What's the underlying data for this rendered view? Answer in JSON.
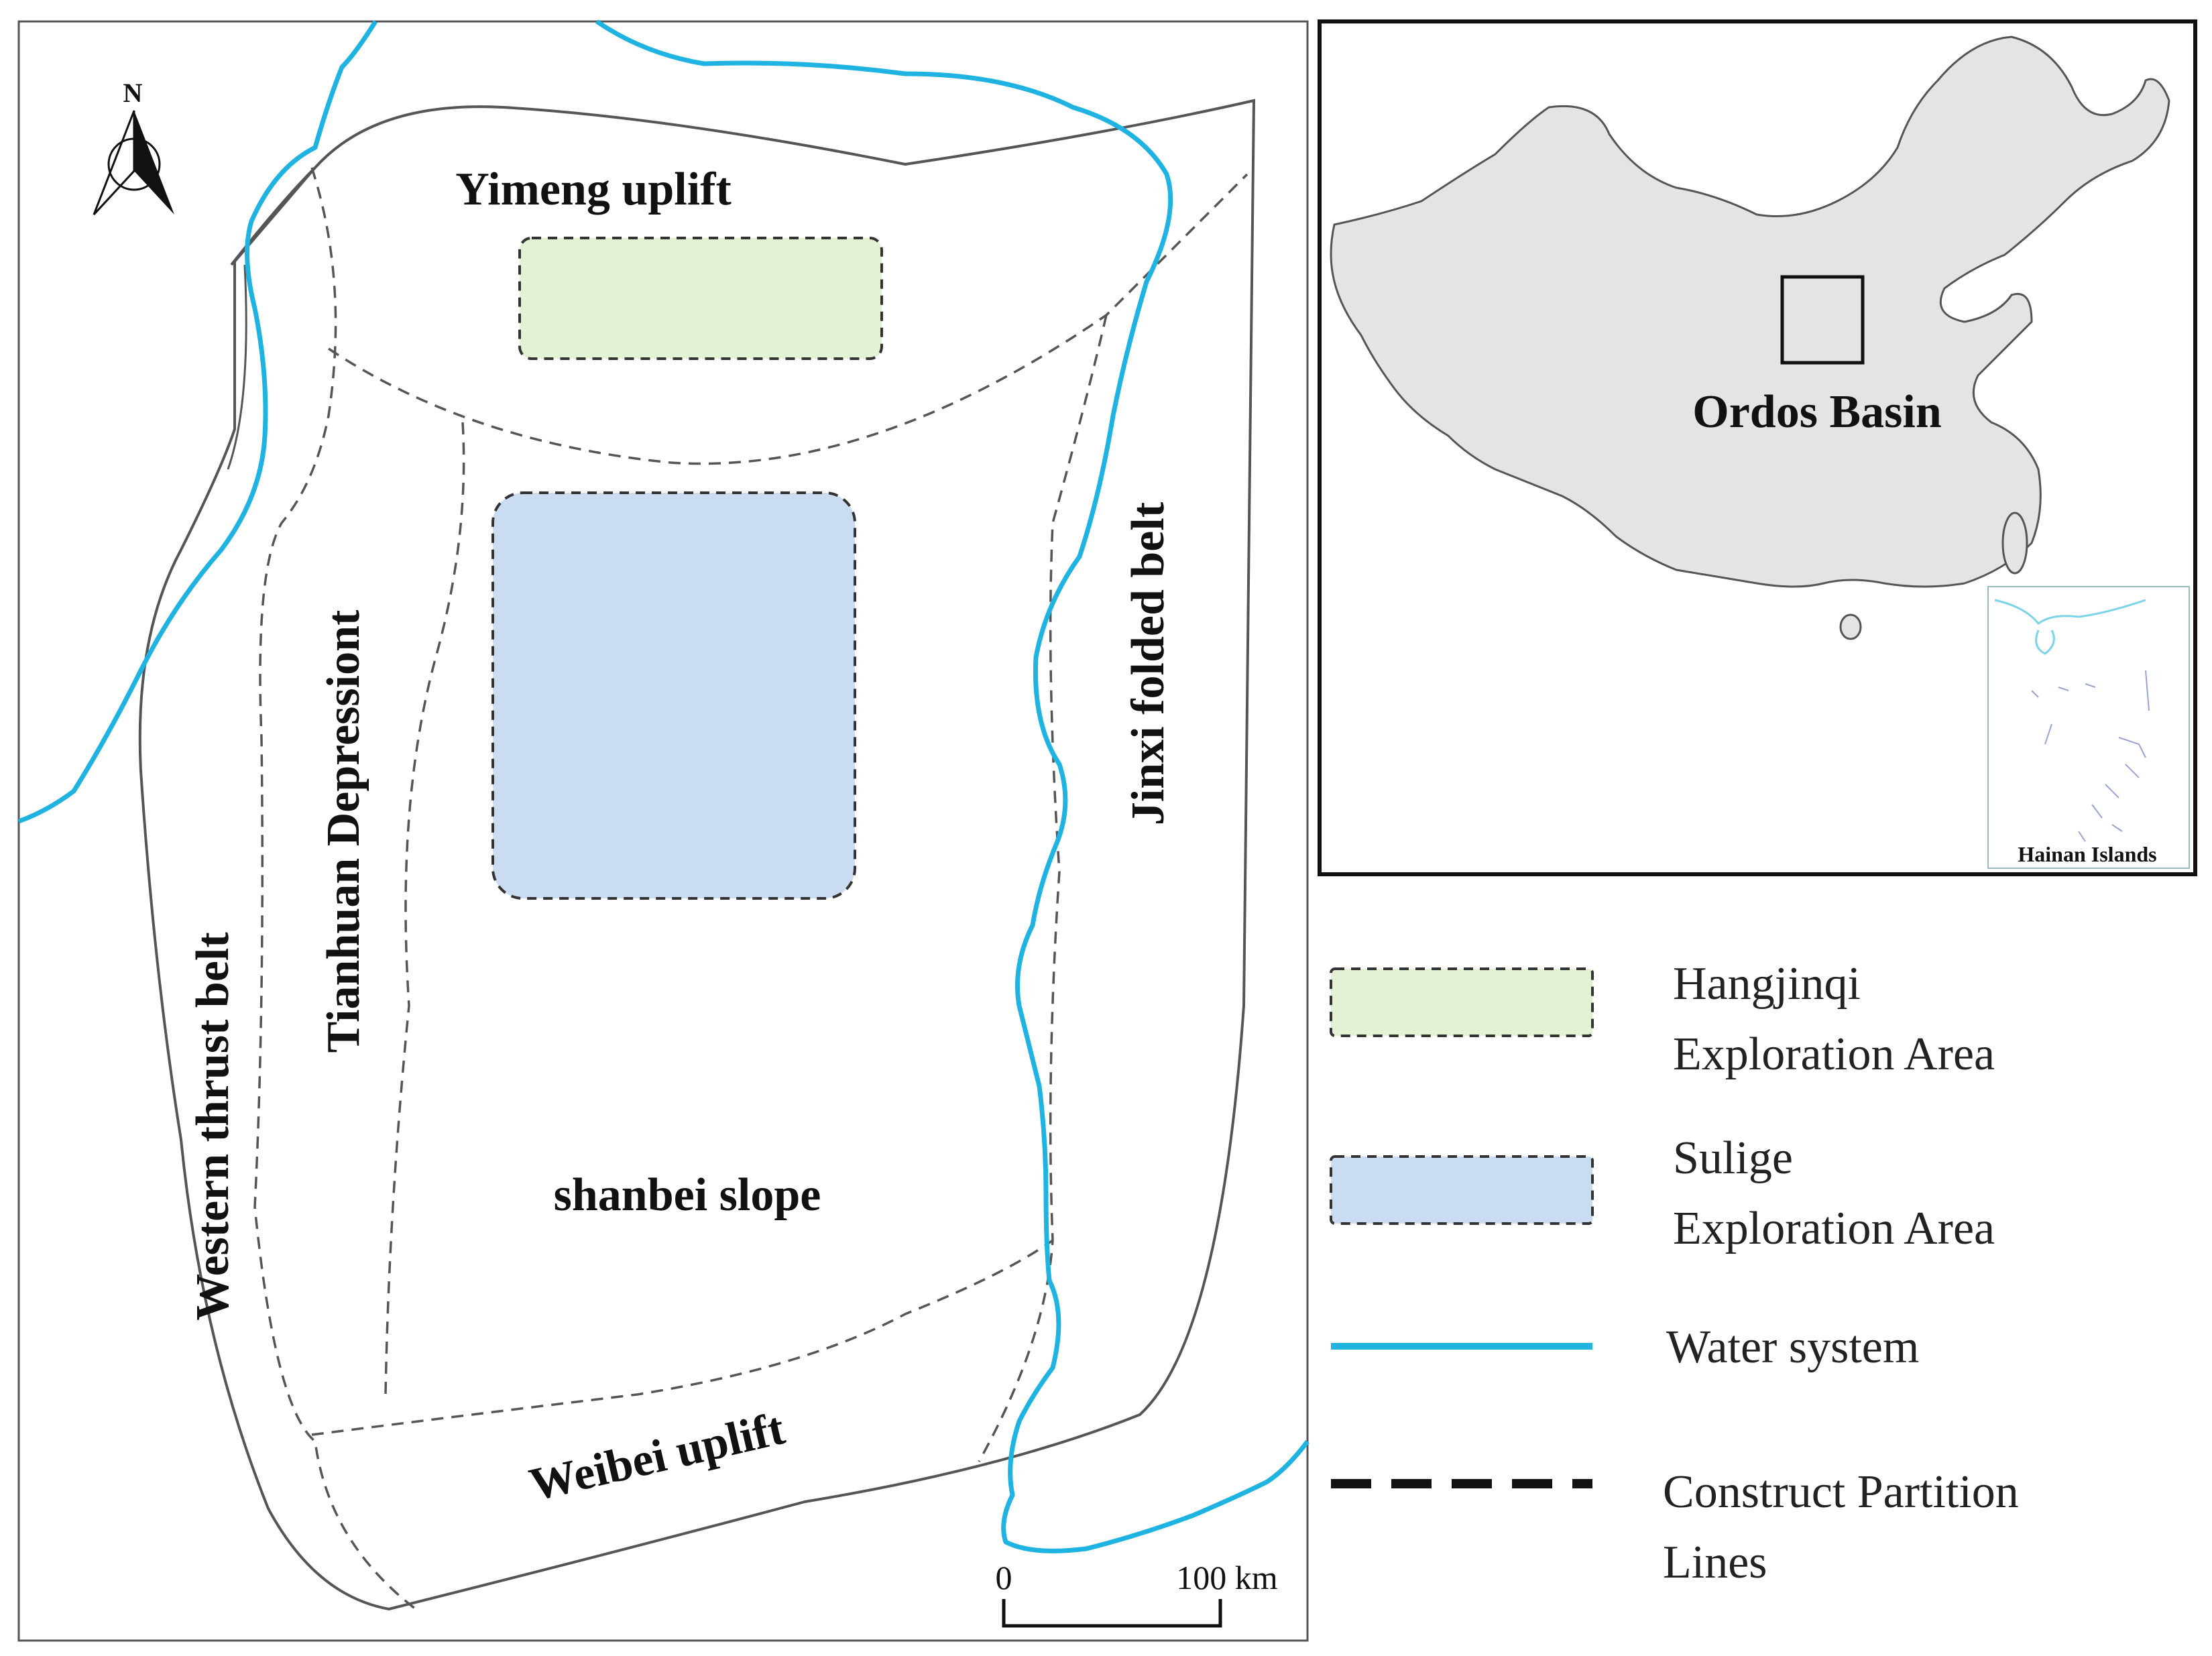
{
  "map": {
    "north_label": "N",
    "regions": {
      "yimeng": "Yimeng uplift",
      "tianhuan": "Tianhuan Depressiont",
      "western": "Western thrust belt",
      "jinxi": "Jinxi  folded  belt",
      "shanbei": "shanbei slope",
      "weibei": "Weibei uplift"
    },
    "scale": {
      "start": "0",
      "end": "100 km"
    }
  },
  "inset": {
    "basin_label": "Ordos Basin",
    "islands_label": "Hainan Islands"
  },
  "legend": {
    "items": [
      {
        "line1": "Hangjinqi",
        "line2": "Exploration Area"
      },
      {
        "line1": "Sulige",
        "line2": "Exploration Area"
      },
      {
        "line1": "Water system"
      },
      {
        "line1": "Construct Partition",
        "line2": "Lines"
      }
    ]
  },
  "colors": {
    "hangjinqi_fill": "#e3f1d4",
    "sulige_fill": "#c9dcf1",
    "water": "#1fb3e1",
    "china_fill": "#e4e4e4"
  }
}
